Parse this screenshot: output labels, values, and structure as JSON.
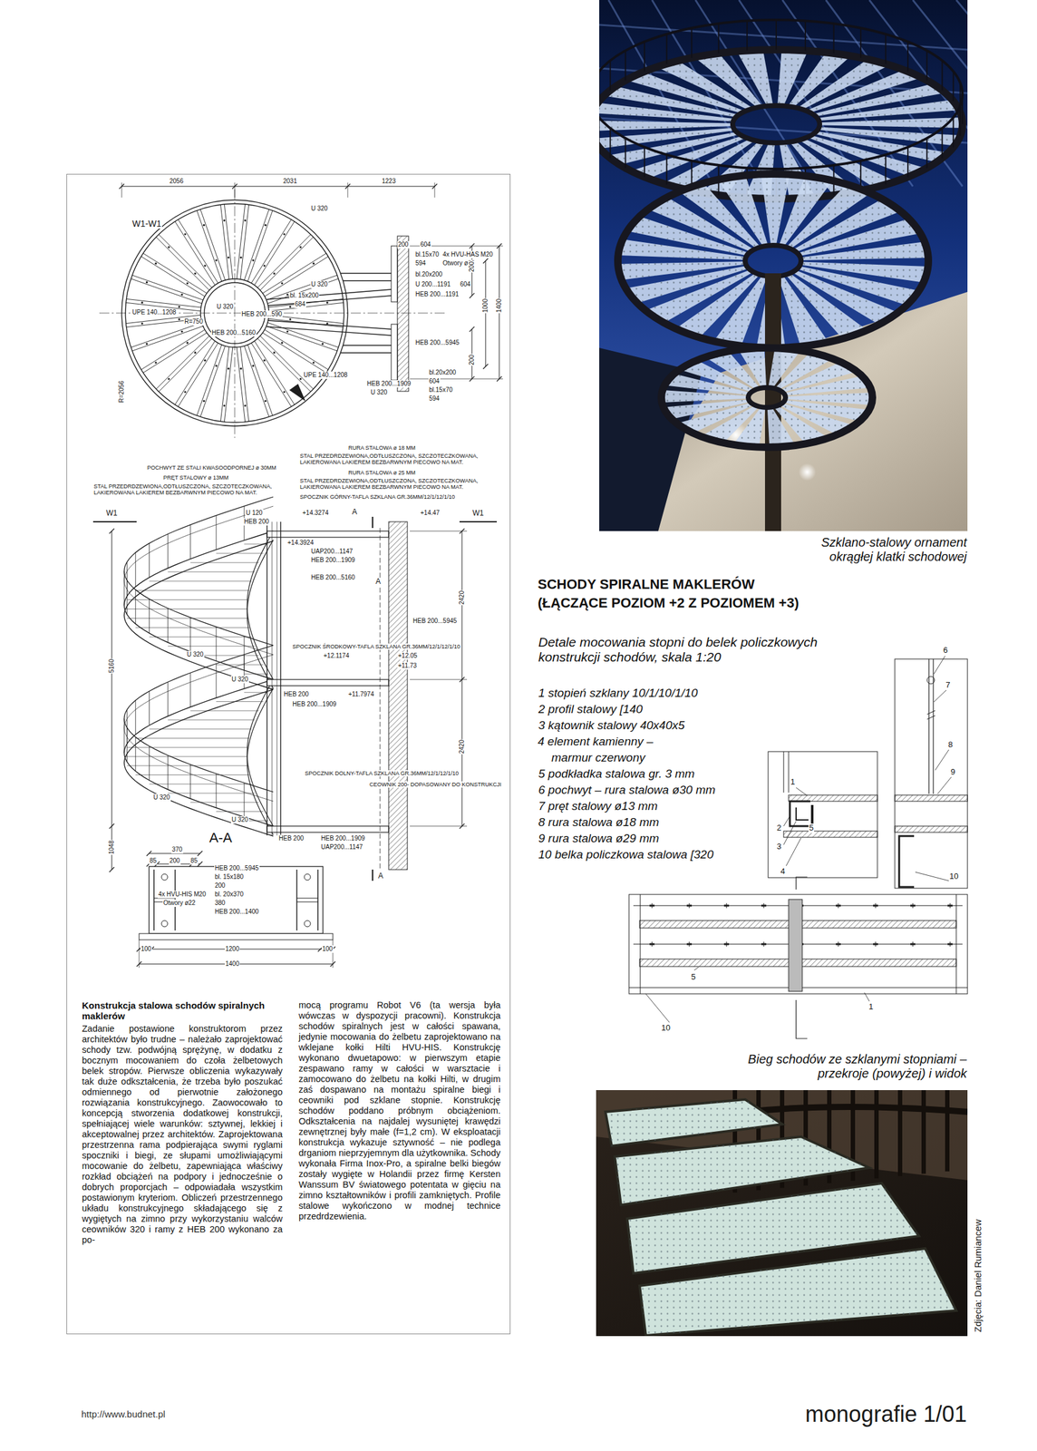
{
  "diagram": {
    "title": "SCHODY SPIRALNE MAKLERÓW (ŁĄCZĄCE POZIOM +2 Z POZIOMEM +3)",
    "nodes": [
      {
        "text": [
          "Konstrukcja stalowa schodów spiralnych maklerów",
          "Zadanie postawione konstruktorom przez architektów było trudne – należało zaprojektować schody tzw. podwójną sprężynę, w dodatku z bocznym mocowaniem do czoła żelbetowych belek stropów. Pierwsze obliczenia wykazywały tak duże odkształcenia, że trzeba było poszukać odmiennego od pierwotnie założonego rozwiązania konstrukcyjnego. Zaowocowało to koncepcją stworzenia dodatkowej konstrukcji, spełniającej wiele warunków: sztywnej, lekkiej i akceptowalnej przez architektów. Zaprojektowana przestrzenna rama podpierająca swymi ryglami spoczniki i biegi, ze słupami umożliwiającymi mocowanie do żelbetu, zapewniająca właściwy rozkład obciążeń na podpory i jednocześnie o dobrych proporcjach – odpowiadała wszystkim postawionym kryteriom. Obliczeń przestrzennego układu konstrukcyjnego składającego się z wygiętych na zimno przy wykorzystaniu walców ceowników 320 i ramy z HEB 200 wykonano za po-",
          "mocą programu Robot V6 (ta wersja była wówczas w dyspozycji pracowni). Konstrukcja schodów spiralnych jest w całości spawana, jedynie mocowania do żelbetu zaprojektowano na wklejane kołki Hilti HVU-HIS. Konstrukcję wykonano dwuetapowo: w pierwszym etapie zespawano ramy w całości w warsztacie i zamocowano do żelbetu na kołki Hilti, w drugim zaś dospawano na montażu spiralne biegi i ceowniki pod szklane stopnie. Konstrukcję schodów poddano próbnym obciążeniom. Odkształcenia na najdalej wysuniętej krawędzi zewnętrznej były małe (f=1,2 cm). W eksploatacji konstrukcja wykazuje sztywność – nie podlega drganiom nieprzyjemnym dla użytkownika. Schody wykonała Firma Inox-Pro, a spiralne belki biegów zostały wygięte w Holandii przez firmę Kersten Wanssum BV światowego potentata w gięciu na zimno kształtowników i profili zamkniętych. Profile stalowe wykończono w modnej technice przedrdzewienia."
        ]
      }
    ],
    "labels": [
      "Szklano-stalowy ornament okrągłej klatki schodowej",
      "Detale mocowania stopni do belek policzkowych konstrukcji schodów, skala 1:20",
      "1 stopień szklany 10/1/10/1/10",
      "2 profil stalowy [140",
      "3 kątownik stalowy 40x40x5",
      "4 element kamienny – marmur czerwony",
      "5 podkładka stalowa gr. 3 mm",
      "6 pochwyt – rura stalowa ø30 mm",
      "7 pręt stalowy ø13 mm",
      "8 rura stalowa ø18 mm",
      "9 rura stalowa ø29 mm",
      "10 belka policzkowa stalowa [320",
      "Bieg schodów ze szklanymi stopniami – przekroje (powyżej) i widok",
      "Zdjęcia: Daniel Rumiancew",
      "http://www.budnet.pl",
      "monografie 1/01",
      "6",
      "7",
      "8",
      "9",
      "10",
      "1",
      "2",
      "5",
      "3",
      "4",
      "5",
      "1",
      "10",
      "W1-W1",
      "2056",
      "2031",
      "1223",
      "U 320",
      "200",
      "604",
      "bl.15x70",
      "594",
      "4x HVU-HAS M20",
      "Otwory ø22",
      "U 320",
      "bl.20x200",
      "bl. 15x200",
      "684",
      "U 200...1191",
      "604",
      "HEB 200...1191",
      "U 320",
      "HEB 200...590",
      "UPE 140...1208",
      "R=750",
      "HEB 200...5160",
      "HEB 200...5945",
      "UPE 140...1208",
      "HEB 200...1909",
      "U 320",
      "bl.20x200",
      "604",
      "bl.15x70",
      "594",
      "R=2056",
      "200",
      "1000",
      "1400",
      "200",
      "RURA STALOWA ø 18 MM",
      "STAL PRZEDRDZEWIONA,ODTŁUSZCZONA, SZCZOTECZKOWANA, LAKIEROWANA LAKIEREM BEZBARWNYM PIECOWO NA MAT.",
      "POCHWYT ZE STALI KWASOODPORNEJ ø 30MM",
      "PRĘT STALOWY ø 13MM",
      "STAL PRZEDRDZEWIONA,ODTŁUSZCZONA, SZCZOTECZKOWANA, LAKIEROWANA LAKIEREM BEZBARWNYM PIECOWO NA MAT.",
      "RURA STALOWA ø 25 MM",
      "STAL PRZEDRDZEWIONA,ODTŁUSZCZONA, SZCZOTECZKOWANA, LAKIEROWANA LAKIEREM BEZBARWNYM PIECOWO NA MAT.",
      "SPOCZNIK GÓRNY-TAFLA SZKLANA GR.36MM/12/1/12/1/10",
      "W1",
      "W1",
      "U 120",
      "HEB 200",
      "+14.3274",
      "A",
      "+14.47",
      "+14.3924",
      "UAP200...1147",
      "HEB 200...1909",
      "HEB 200...5160",
      "A",
      "HEB 200...5945",
      "2420",
      "5160",
      "SPOCZNIK ŚRODKOWY-TAFLA SZKLANA GR.36MM/12/1/12/1/10",
      "+12.1174",
      "+12.05",
      "+11.73",
      "U 320",
      "U 320",
      "HEB 200",
      "+11.7974",
      "HEB 200...1909",
      "2420",
      "SPOCZNIK DOLNY-TAFLA SZKLANA GR.36MM/12/1/12/1/10",
      "CEOWNIK 200- DOPASOWANY DO KONSTRUKCJI",
      "U 320",
      "U 320",
      "HEB 200",
      "HEB 200...1909",
      "UAP200...1147",
      "A-A",
      "A",
      "1048",
      "370",
      "85",
      "200",
      "85",
      "HEB 200...5945",
      "bl. 15x180",
      "200",
      "bl. 20x370",
      "4x HVU-HIS M20",
      "380",
      "Otwory ø22",
      "HEB 200...1400",
      "100",
      "1200",
      "100",
      "1400"
    ]
  }
}
